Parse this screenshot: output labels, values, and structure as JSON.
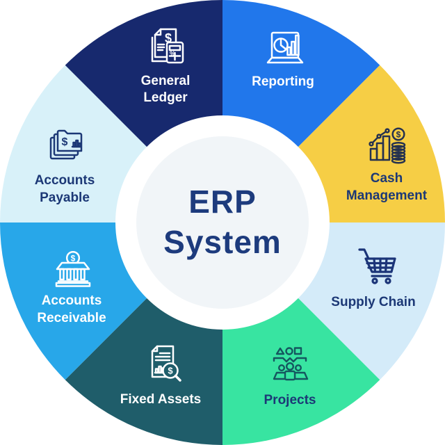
{
  "diagram_title": {
    "line1": "ERP",
    "line2": "System"
  },
  "colors": {
    "center_bg": "#F1F5F8",
    "center_text": "#1D3B7D",
    "label_dark": "#1C3876",
    "label_light": "#FFFFFF"
  },
  "glyphs": {
    "dollar": "$",
    "percent": "%"
  },
  "segments": [
    {
      "name": "Reporting",
      "lines": [
        "Reporting"
      ],
      "color": "#2177EB",
      "label_color": "#FFFFFF",
      "icon": "laptop-analytics-icon"
    },
    {
      "name": "Cash Management",
      "lines": [
        "Cash",
        "Management"
      ],
      "color": "#F6CE45",
      "label_color": "#1C3876",
      "icon": "cash-growth-coins-icon"
    },
    {
      "name": "Supply Chain",
      "lines": [
        "Supply Chain"
      ],
      "color": "#D4EBF9",
      "label_color": "#1C3876",
      "icon": "shopping-cart-icon"
    },
    {
      "name": "Projects",
      "lines": [
        "Projects"
      ],
      "color": "#38E4A1",
      "label_color": "#1C3876",
      "icon": "team-shapes-icon"
    },
    {
      "name": "Fixed Assets",
      "lines": [
        "Fixed Assets"
      ],
      "color": "#1F5D6A",
      "label_color": "#FFFFFF",
      "icon": "document-magnifier-icon"
    },
    {
      "name": "Accounts Receivable",
      "lines": [
        "Accounts",
        "Receivable"
      ],
      "color": "#28A7E9",
      "label_color": "#FFFFFF",
      "icon": "bank-dollar-icon"
    },
    {
      "name": "Accounts Payable",
      "lines": [
        "Accounts",
        "Payable"
      ],
      "color": "#D8F1F9",
      "label_color": "#1C3876",
      "icon": "invoice-stack-icon"
    },
    {
      "name": "General Ledger",
      "lines": [
        "General",
        "Ledger"
      ],
      "color": "#17296E",
      "label_color": "#FFFFFF",
      "icon": "ledger-calculator-icon"
    }
  ]
}
